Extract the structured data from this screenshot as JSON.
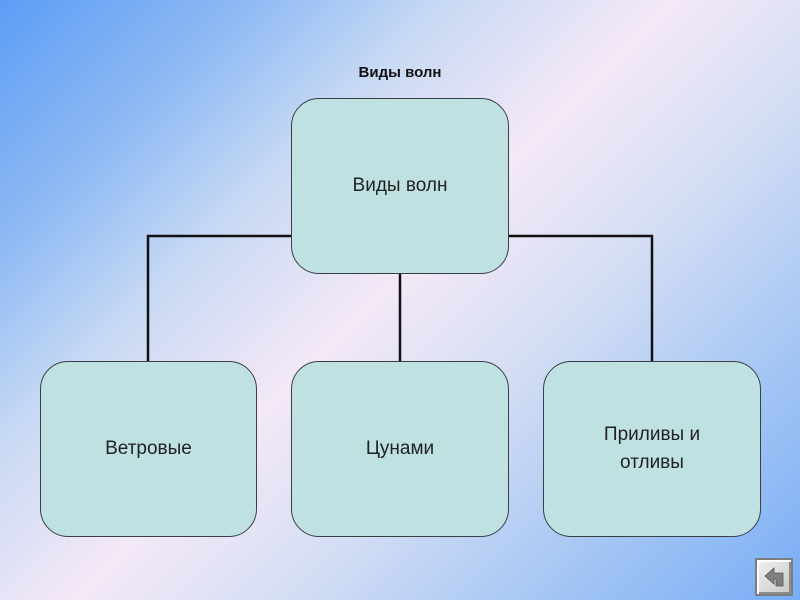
{
  "slide": {
    "title": "Виды волн"
  },
  "diagram": {
    "root": {
      "label": "Виды волн"
    },
    "children": [
      {
        "label": "Ветровые"
      },
      {
        "label": "Цунами"
      },
      {
        "label": "Приливы и отливы"
      }
    ]
  },
  "colors": {
    "node_fill": "#bfe1e2",
    "node_border": "#3a3f44",
    "connector": "#111111"
  },
  "nav": {
    "icon": "return-arrow-icon"
  }
}
